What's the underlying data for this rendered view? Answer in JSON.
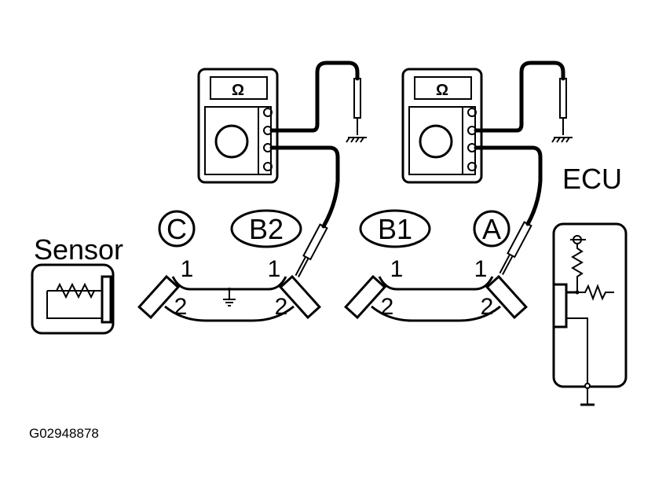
{
  "labels": {
    "sensor": "Sensor",
    "ecu": "ECU",
    "figure_code": "G02948878"
  },
  "connectors": [
    {
      "id": "C",
      "pin_top": "1",
      "pin_bottom": "2"
    },
    {
      "id": "B2",
      "pin_top": "1",
      "pin_bottom": "2"
    },
    {
      "id": "B1",
      "pin_top": "1",
      "pin_bottom": "2"
    },
    {
      "id": "A",
      "pin_top": "1",
      "pin_bottom": "2"
    }
  ],
  "meters": [
    {
      "display": "Ω"
    },
    {
      "display": "Ω"
    }
  ]
}
